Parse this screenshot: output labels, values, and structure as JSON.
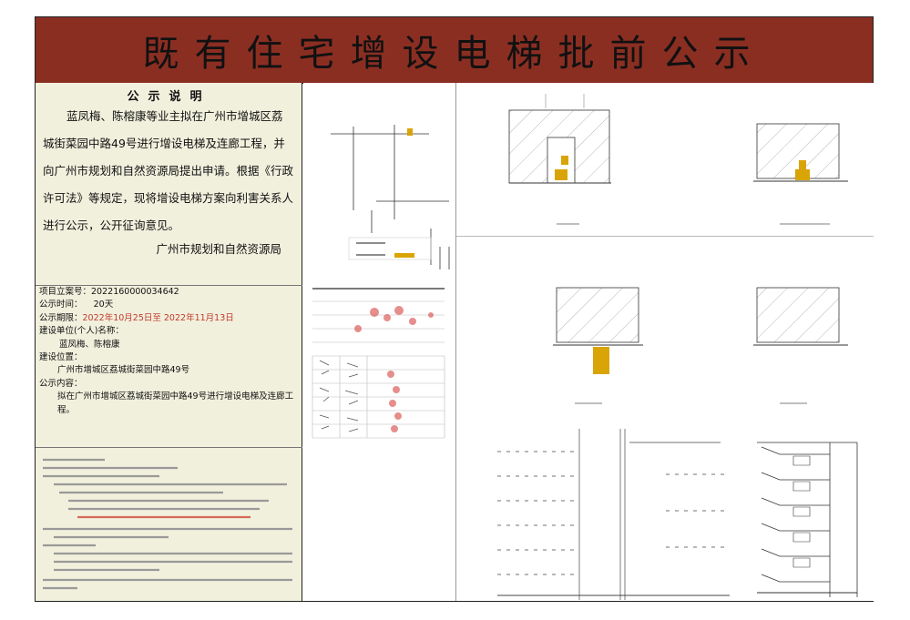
{
  "header": {
    "title": "既有住宅增设电梯批前公示"
  },
  "notice": {
    "title": "公示说明",
    "body": "蓝凤梅、陈榕康等业主拟在广州市增城区荔城街菜园中路49号进行增设电梯及连廊工程，并向广州市规划和自然资源局提出申请。根据《行政许可法》等规定，现将增设电梯方案向利害关系人进行公示，公开征询意见。",
    "signer": "广州市规划和自然资源局"
  },
  "info": {
    "project_no_label": "项目立案号：",
    "project_no": "2022160000034642",
    "duration_label": "公示时间：",
    "duration": "20天",
    "period_label": "公示期限：",
    "period": "2022年10月25日至 2022年11月13日",
    "applicant_label": "建设单位(个人)名称：",
    "applicant": "蓝凤梅、陈榕康",
    "location_label": "建设位置：",
    "location": "广州市增城区荔城街菜园中路49号",
    "content_label": "公示内容：",
    "content": "拟在广州市增城区荔城街菜园中路49号进行增设电梯及连廊工程。"
  },
  "colors": {
    "header_bg": "#8b2e22",
    "left_bg": "#f1f0dd",
    "elevator": "#d9a406",
    "hatch": "#999999"
  }
}
